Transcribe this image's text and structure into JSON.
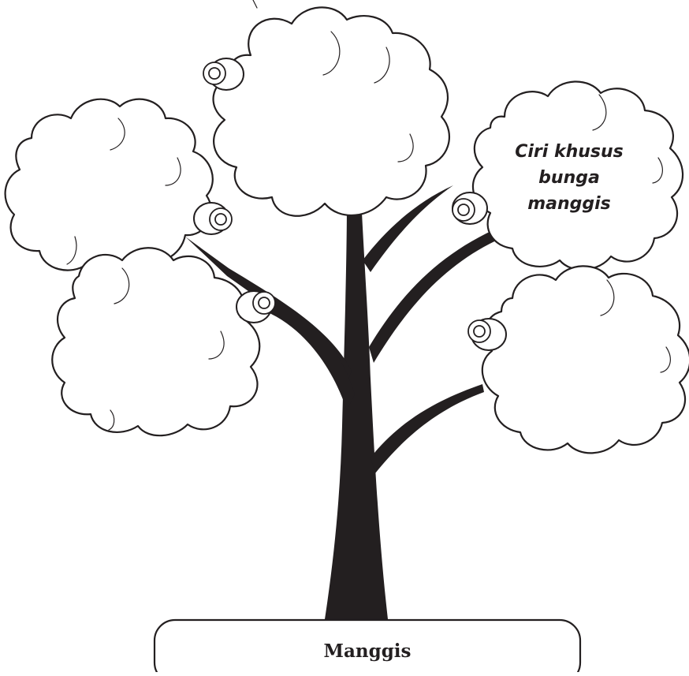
{
  "diagram": {
    "clouds": [
      {
        "id": "top",
        "text_lines": []
      },
      {
        "id": "upper-left",
        "text_lines": []
      },
      {
        "id": "lower-left",
        "text_lines": []
      },
      {
        "id": "upper-right",
        "text_lines": [
          "Ciri khusus",
          "bunga",
          "manggis"
        ]
      },
      {
        "id": "lower-right",
        "text_lines": []
      }
    ],
    "tree_label": "Manggis"
  }
}
